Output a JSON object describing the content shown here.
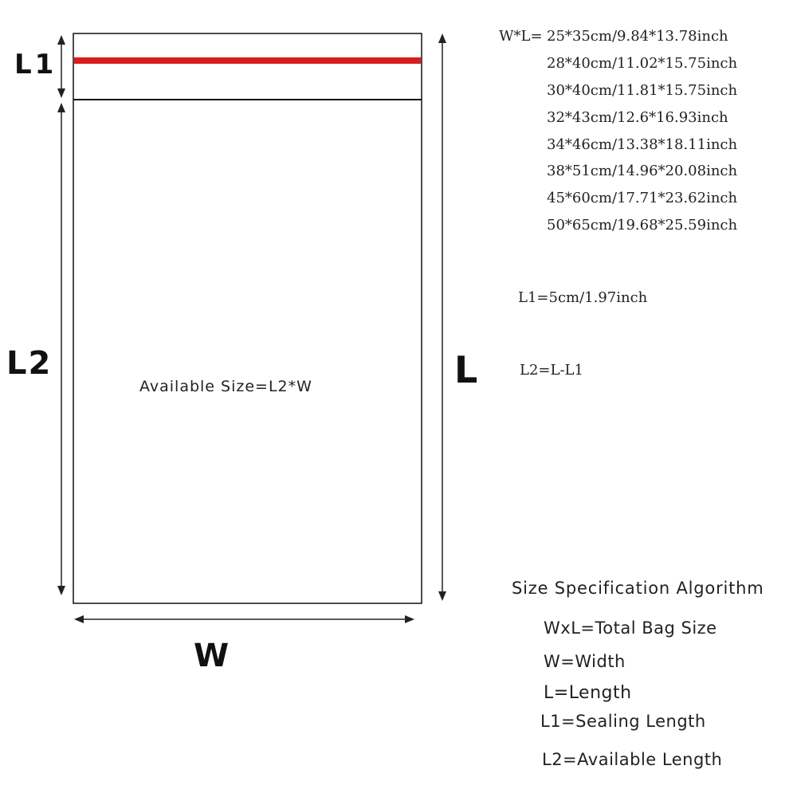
{
  "diagram": {
    "labels": {
      "l1": "L1",
      "l2": "L2",
      "l": "L",
      "w": "W",
      "available": "Available Size=L2*W"
    },
    "sizes": {
      "prefix": "W*L=",
      "items": [
        "25*35cm/9.84*13.78inch",
        "28*40cm/11.02*15.75inch",
        "30*40cm/11.81*15.75inch",
        "32*43cm/12.6*16.93inch",
        "34*46cm/13.38*18.11inch",
        "38*51cm/14.96*20.08inch",
        "45*60cm/17.71*23.62inch",
        "50*65cm/19.68*25.59inch"
      ]
    },
    "formulas": {
      "l1": "L1=5cm/1.97inch",
      "l2": "L2=L-L1"
    },
    "spec": {
      "title": "Size Specification Algorithm",
      "items": [
        "WxL=Total Bag Size",
        "W=Width",
        "L=Length",
        "L1=Sealing Length",
        "L2=Available Length"
      ]
    },
    "colors": {
      "seal_strip": "#d81e1e",
      "outline": "#111111",
      "text": "#222222"
    }
  }
}
